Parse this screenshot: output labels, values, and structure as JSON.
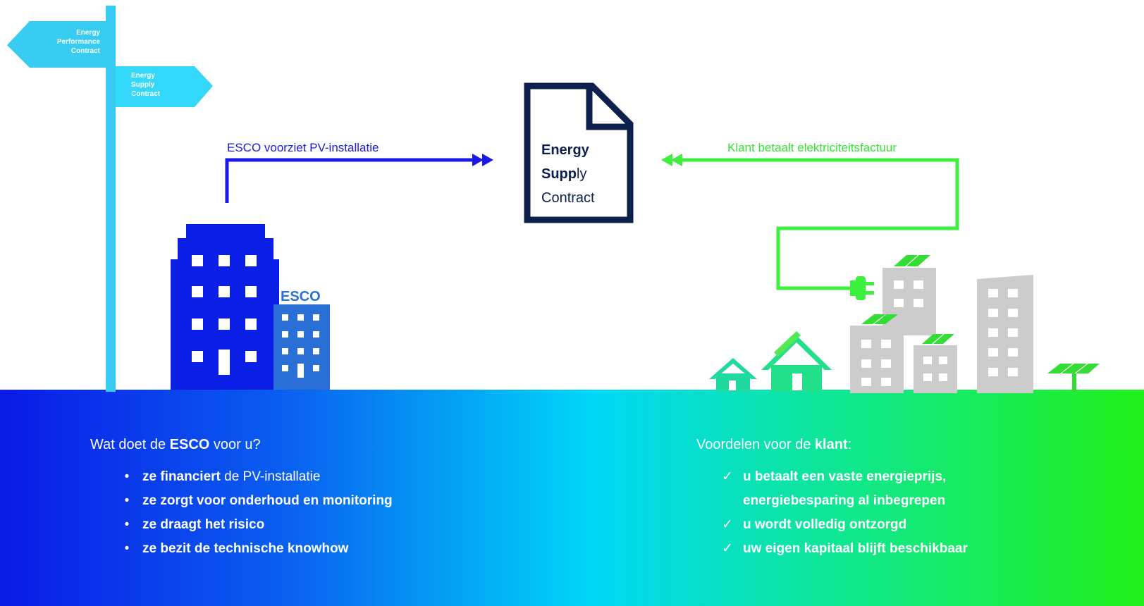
{
  "signpost": {
    "sign_left": [
      "Energy",
      "Performance",
      "Contract"
    ],
    "sign_right": [
      "Energy",
      "Supply",
      "Contract"
    ]
  },
  "document": {
    "lines": [
      {
        "bold": "Energy",
        "rest": ""
      },
      {
        "bold": "Supp",
        "rest": "ly"
      },
      {
        "bold": "",
        "rest": "Contract"
      }
    ]
  },
  "flows": {
    "esco_label": "ESCO voorziet PV-installatie",
    "client_label": "Klant betaalt elektriciteitsfactuur"
  },
  "esco_building_label": "ESCO",
  "left_panel": {
    "heading": {
      "pre": "Wat doet de ",
      "bold": "ESCO",
      "post": " voor u?"
    },
    "bullet_symbol": "•",
    "items": [
      {
        "a": "ze financiert",
        "b": " de PV-installatie",
        "c": ""
      },
      {
        "a": "ze zorgt voor ",
        "b": "onderhoud en monitoring",
        "c": ""
      },
      {
        "a": "ze draagt het ",
        "b": "risico",
        "c": ""
      },
      {
        "a": "ze bezit de technische ",
        "b": "knowhow",
        "c": ""
      }
    ]
  },
  "right_panel": {
    "heading": {
      "pre": "Voordelen voor de ",
      "bold": "klant",
      "post": ":"
    },
    "check_symbol": "✓",
    "items": [
      {
        "a": "u betaalt een ",
        "b": "vaste energieprijs,",
        "c": ""
      },
      {
        "a": "",
        "b": "energiebesparing al inbegrepen",
        "c": "",
        "continuation": true
      },
      {
        "a": "u wordt ",
        "b": "volledig ontzorgd",
        "c": ""
      },
      {
        "a": "uw ",
        "b": "eigen kapitaal",
        "c": " blijft beschikbaar"
      }
    ]
  },
  "colors": {
    "blue": "#0a1fe6",
    "cyan": "#00d4f5",
    "green": "#1fe61f",
    "signpost": "#33ccf2",
    "doc_border": "#0d1f4d",
    "grey": "#cccccc"
  }
}
